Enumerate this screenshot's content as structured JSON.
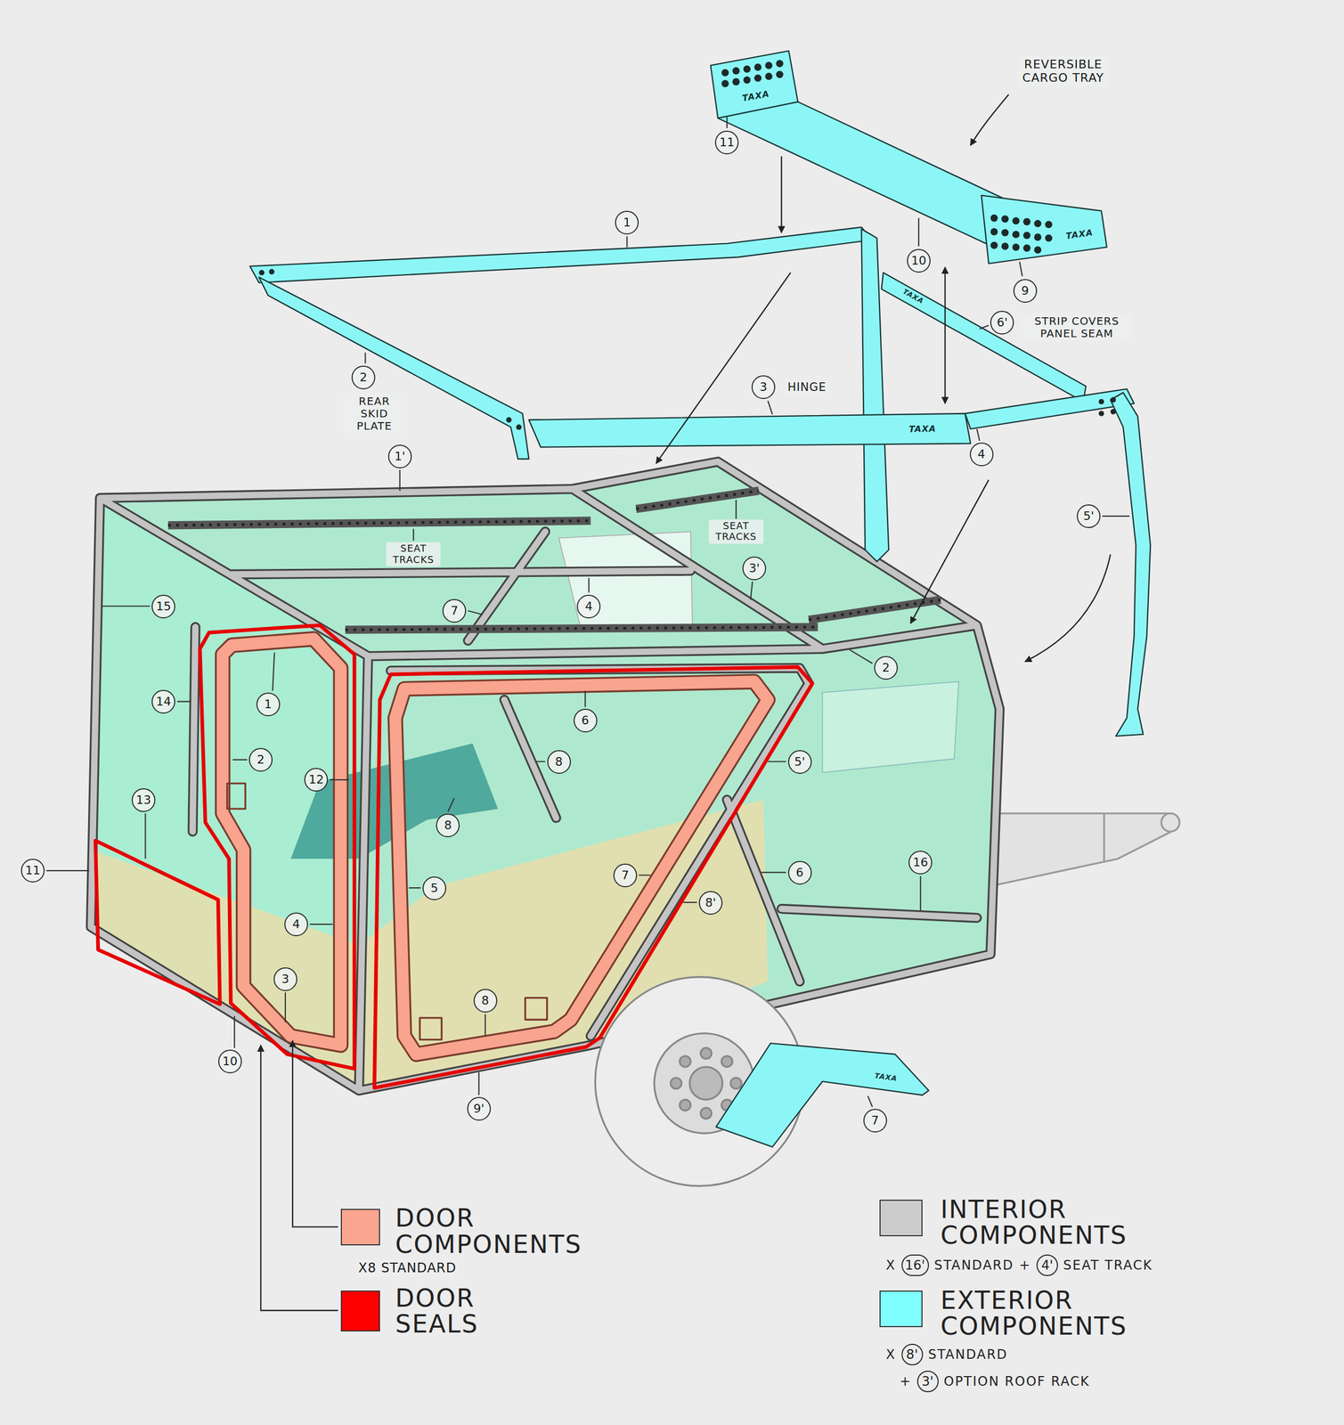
{
  "diagram": {
    "labels": [
      "REVERSIBLE CARGO TRAY",
      "TAXA",
      "11",
      "TAXA",
      "1",
      "10",
      "9",
      "6'",
      "STRIP COVERS PANEL SEAM",
      "TAXA",
      "2",
      "REAR SKID PLATE",
      "3",
      "HINGE",
      "TAXA",
      "4",
      "1'",
      "5'",
      "SEAT TRACKS",
      "SEAT TRACKS",
      "3'",
      "15",
      "7",
      "4",
      "2",
      "14",
      "1",
      "6",
      "2",
      "5'",
      "12",
      "8",
      "13",
      "8",
      "11",
      "16",
      "6",
      "7",
      "8'",
      "5",
      "4",
      "3",
      "8",
      "10",
      "9'",
      "7",
      "TAXA",
      "X8 STANDARD",
      "X",
      "16'",
      "STANDARD",
      "+",
      "4'",
      "SEAT TRACK",
      "X",
      "8'",
      "STANDARD",
      "+",
      "3'",
      "OPTION ROOF RACK"
    ],
    "legend": [
      {
        "text": "DOOR COMPONENTS",
        "color": "#f9a58f"
      },
      {
        "text": "DOOR SEALS",
        "color": "#ff0000"
      },
      {
        "text": "INTERIOR COMPONENTS",
        "color": "#cccccc"
      },
      {
        "text": "EXTERIOR COMPONENTS",
        "color": "#80ffff"
      }
    ]
  }
}
